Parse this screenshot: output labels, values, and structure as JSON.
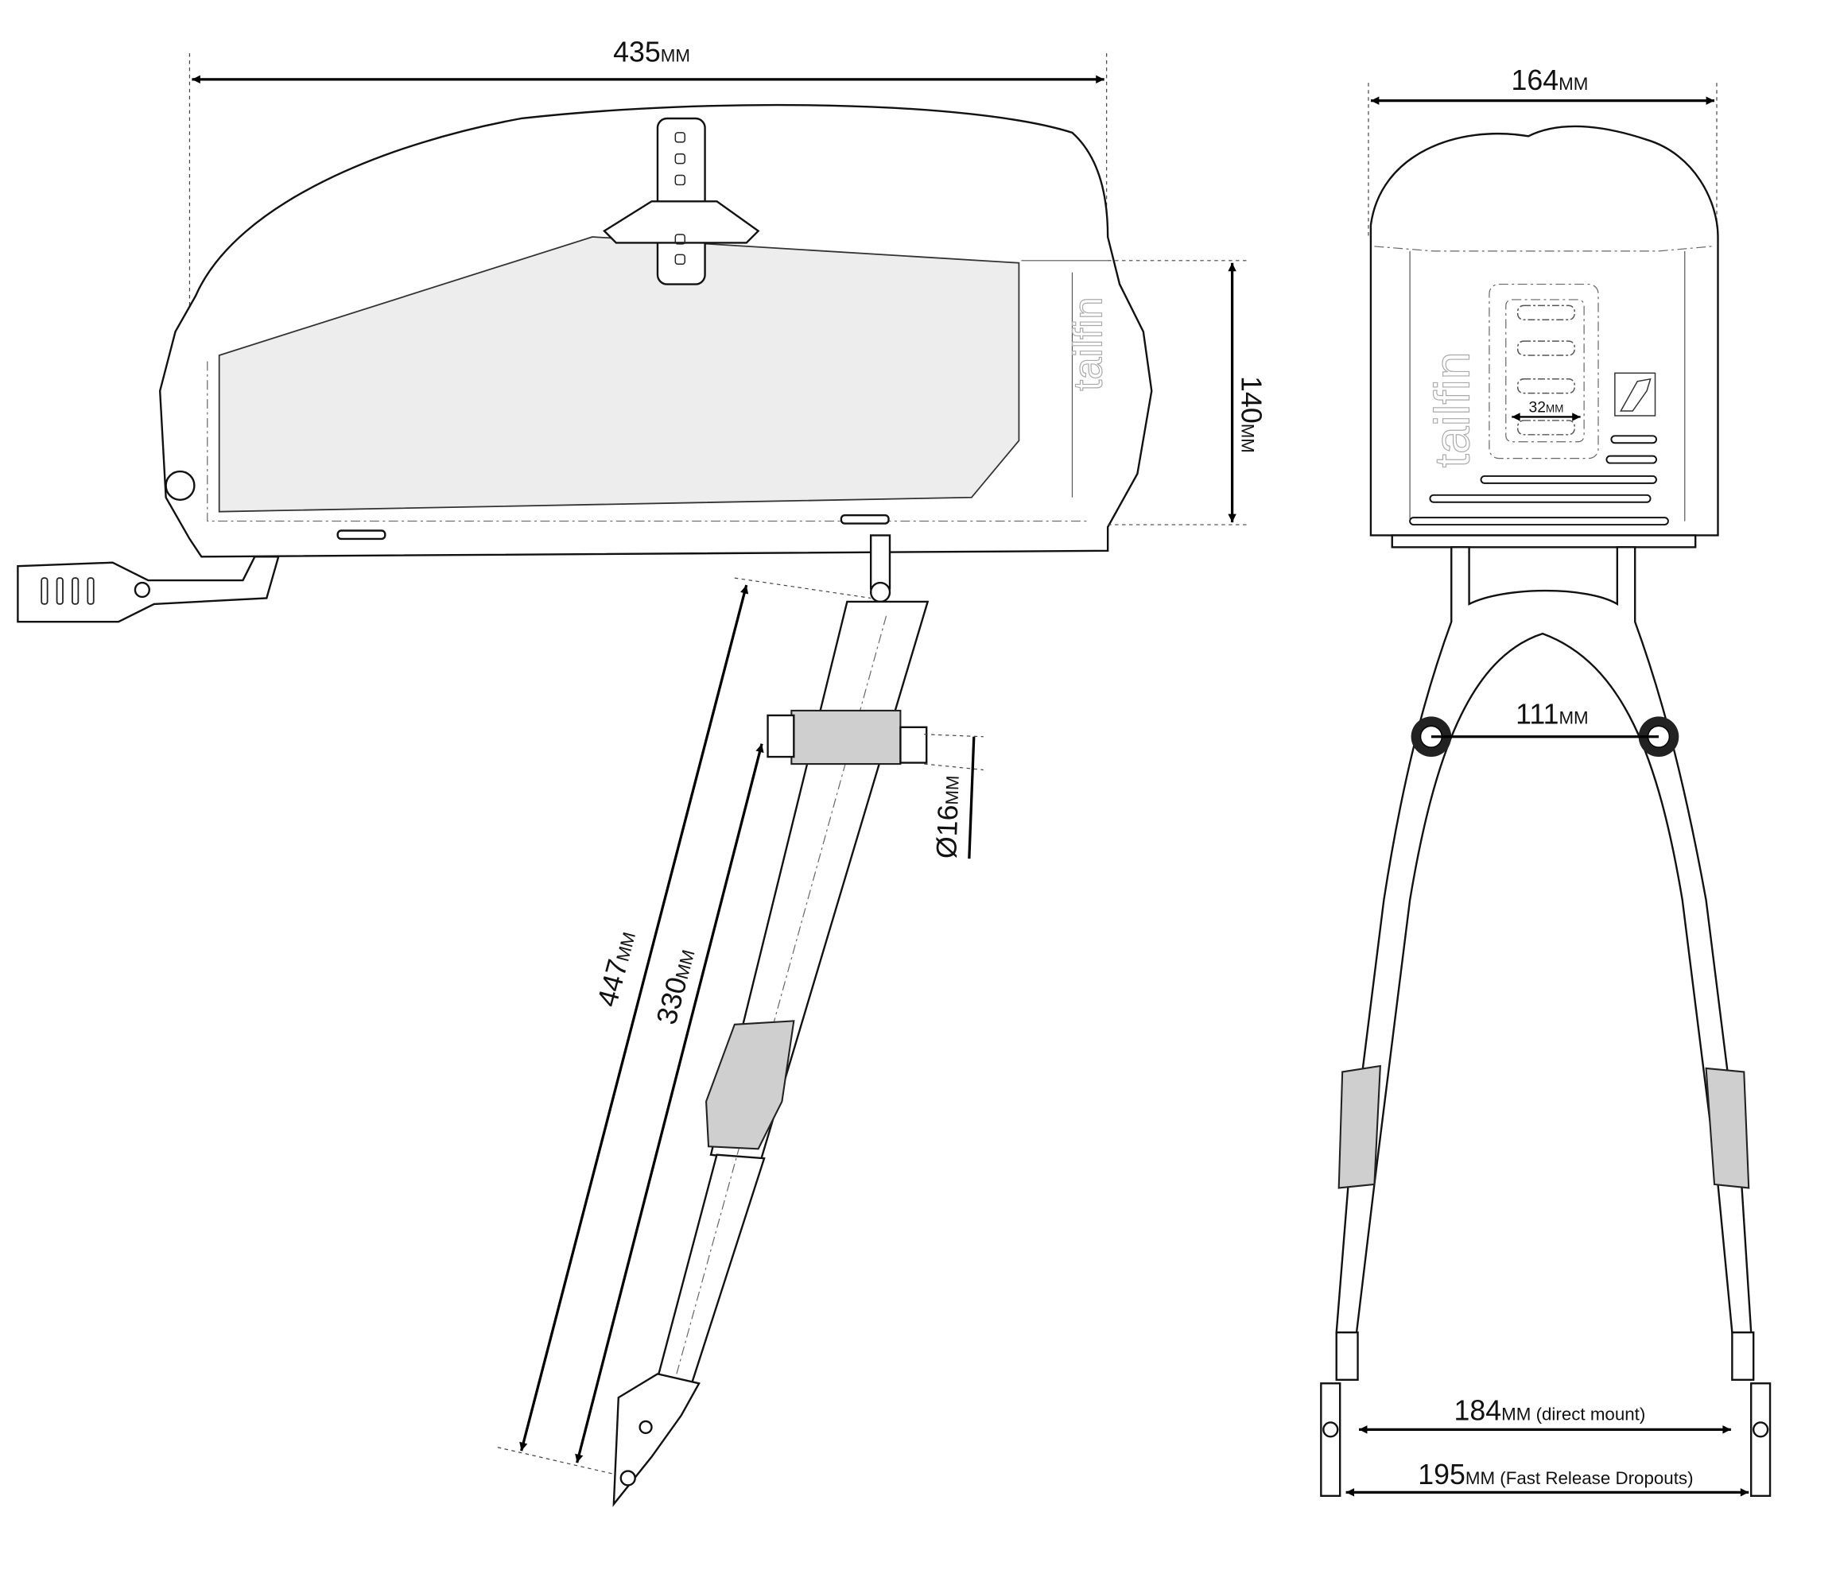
{
  "dimensions": {
    "side_length": {
      "value": "435",
      "unit": "MM"
    },
    "front_width": {
      "value": "164",
      "unit": "MM"
    },
    "side_height": {
      "value": "140",
      "unit": "MM"
    },
    "strap_width": {
      "value": "32",
      "unit": "MM"
    },
    "arch_width": {
      "value": "111",
      "unit": "MM"
    },
    "tube_diameter": {
      "prefix": "Ø",
      "value": "16",
      "unit": "MM"
    },
    "strut_total": {
      "value": "447",
      "unit": "MM"
    },
    "strut_inner": {
      "value": "330",
      "unit": "MM"
    },
    "direct_mount": {
      "value": "184",
      "unit": "MM",
      "note": " (direct mount)"
    },
    "fast_release": {
      "value": "195",
      "unit": "MM",
      "note": " (Fast Release Dropouts)"
    }
  },
  "logo": {
    "text": "tailfin"
  },
  "colors": {
    "line": "#111111",
    "fill_gray": "#cfcfcf",
    "window": "#ededed"
  }
}
